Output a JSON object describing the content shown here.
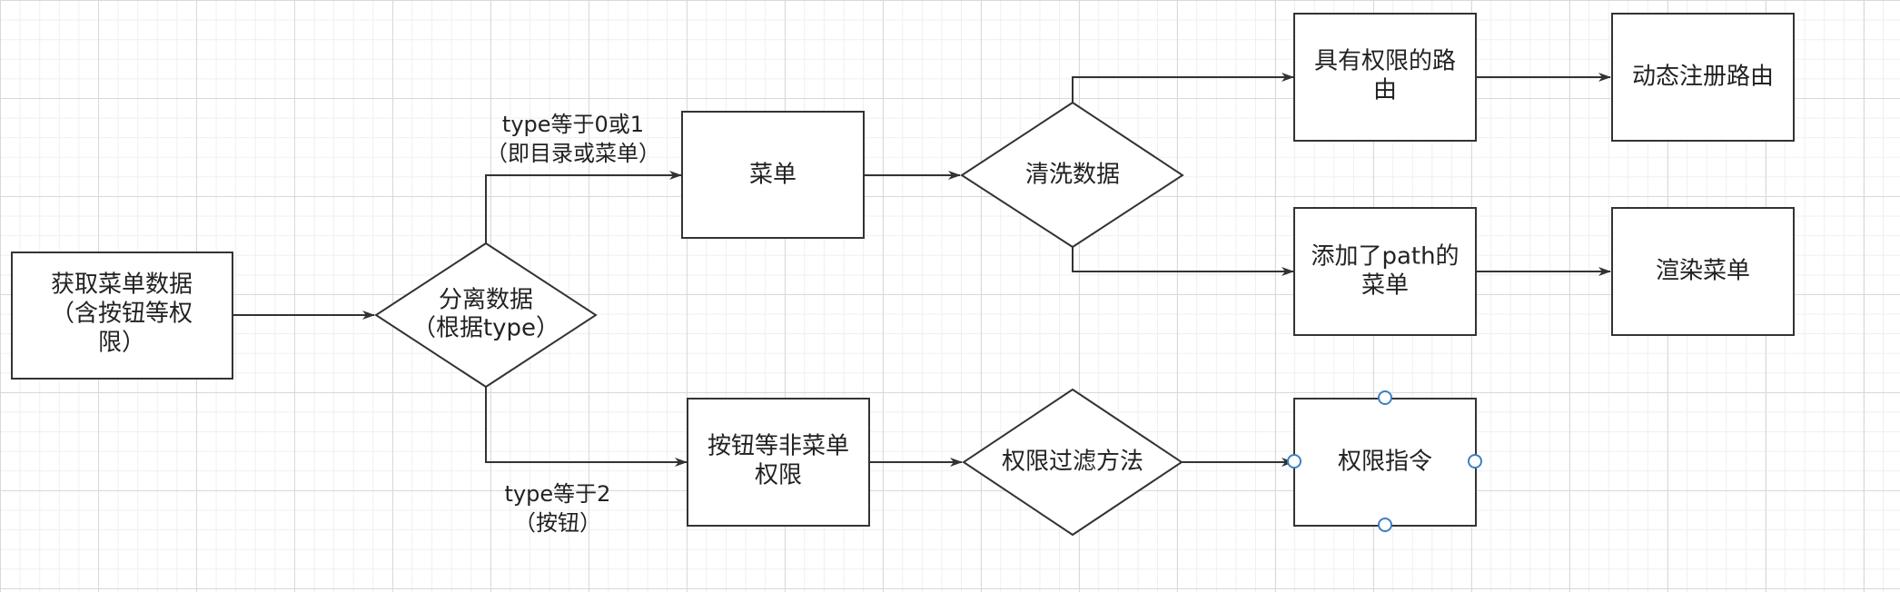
{
  "nodes": {
    "get_menu_data": [
      "获取菜单数据",
      "（含按钮等权",
      "限）"
    ],
    "split_data": [
      "分离数据",
      "（根据type）"
    ],
    "menu": [
      "菜单"
    ],
    "clean_data": [
      "清洗数据"
    ],
    "routes_with_permission": [
      "具有权限的路",
      "由"
    ],
    "dynamic_register": [
      "动态注册路由"
    ],
    "menu_with_path": [
      "添加了path的",
      "菜单"
    ],
    "render_menu": [
      "渲染菜单"
    ],
    "button_permissions": [
      "按钮等非菜单",
      "权限"
    ],
    "permission_filter": [
      "权限过滤方法"
    ],
    "permission_directive": [
      "权限指令"
    ]
  },
  "edge_labels": {
    "type_0_or_1": [
      "type等于0或1",
      "（即目录或菜单）"
    ],
    "type_2": [
      "type等于2",
      "（按钮）"
    ]
  },
  "colors": {
    "stroke": "#333333",
    "text": "#222222",
    "selection_handle": "#3d7fc4",
    "grid_major": "#d9d9d9",
    "grid_minor": "#efefef"
  }
}
